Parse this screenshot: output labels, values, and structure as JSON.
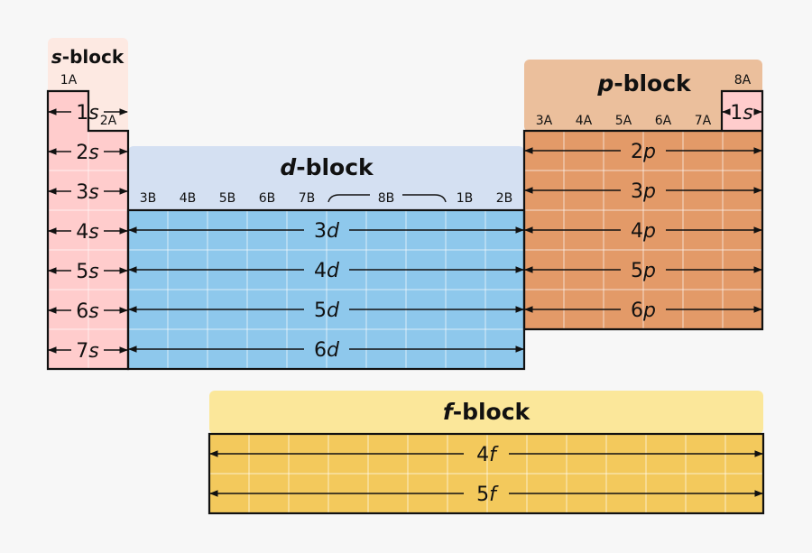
{
  "s_block": {
    "title_letter": "s",
    "title_rest": "-block",
    "groups": [
      "1A",
      "2A"
    ],
    "orbitals": [
      {
        "n": "1",
        "l": "s"
      },
      {
        "n": "2",
        "l": "s"
      },
      {
        "n": "3",
        "l": "s"
      },
      {
        "n": "4",
        "l": "s"
      },
      {
        "n": "5",
        "l": "s"
      },
      {
        "n": "6",
        "l": "s"
      },
      {
        "n": "7",
        "l": "s"
      }
    ],
    "color": "#ffcccc",
    "header_color": "#fde9e2"
  },
  "d_block": {
    "title_letter": "d",
    "title_rest": "-block",
    "groups": [
      "3B",
      "4B",
      "5B",
      "6B",
      "7B",
      "8B",
      "1B",
      "2B"
    ],
    "orbitals": [
      {
        "n": "3",
        "l": "d"
      },
      {
        "n": "4",
        "l": "d"
      },
      {
        "n": "5",
        "l": "d"
      },
      {
        "n": "6",
        "l": "d"
      }
    ],
    "color": "#8ec8ec",
    "header_color": "#d4e0f2"
  },
  "p_block": {
    "title_letter": "p",
    "title_rest": "-block",
    "groups": [
      "3A",
      "4A",
      "5A",
      "6A",
      "7A",
      "8A"
    ],
    "orbitals": [
      {
        "n": "2",
        "l": "p"
      },
      {
        "n": "3",
        "l": "p"
      },
      {
        "n": "4",
        "l": "p"
      },
      {
        "n": "5",
        "l": "p"
      },
      {
        "n": "6",
        "l": "p"
      }
    ],
    "helium": {
      "n": "1",
      "l": "s"
    },
    "color": "#e39a68",
    "header_color": "#ebbf9c"
  },
  "f_block": {
    "title_letter": "f",
    "title_rest": "-block",
    "orbitals": [
      {
        "n": "4",
        "l": "f"
      },
      {
        "n": "5",
        "l": "f"
      }
    ],
    "color": "#f3c95c",
    "header_color": "#fbe79a"
  },
  "line_color": "#111111"
}
